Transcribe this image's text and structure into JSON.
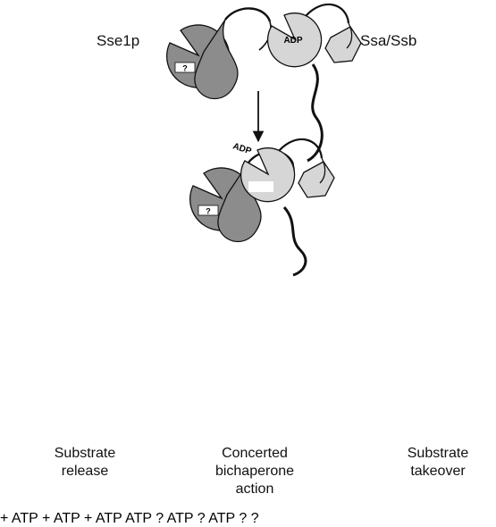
{
  "labels": {
    "sse1p": "Sse1p",
    "ssa_ssb": "Ssa/Ssb",
    "atp_left": "+ ATP",
    "atp_center": "+ ATP",
    "atp_right": "+ ATP",
    "question_mark": "?"
  },
  "domains": {
    "adp": "ADP",
    "atp": "ATP",
    "unknown": "?"
  },
  "outcomes": [
    {
      "line1": "Substrate",
      "line2": "release",
      "line3": ""
    },
    {
      "line1": "Concerted",
      "line2": "bichaperone",
      "line3": "action"
    },
    {
      "line1": "Substrate",
      "line2": "takeover",
      "line3": ""
    }
  ],
  "colors": {
    "dark_domain": "#8c8c8c",
    "light_domain": "#d6d6d6",
    "line": "#111111",
    "background": "#ffffff"
  }
}
